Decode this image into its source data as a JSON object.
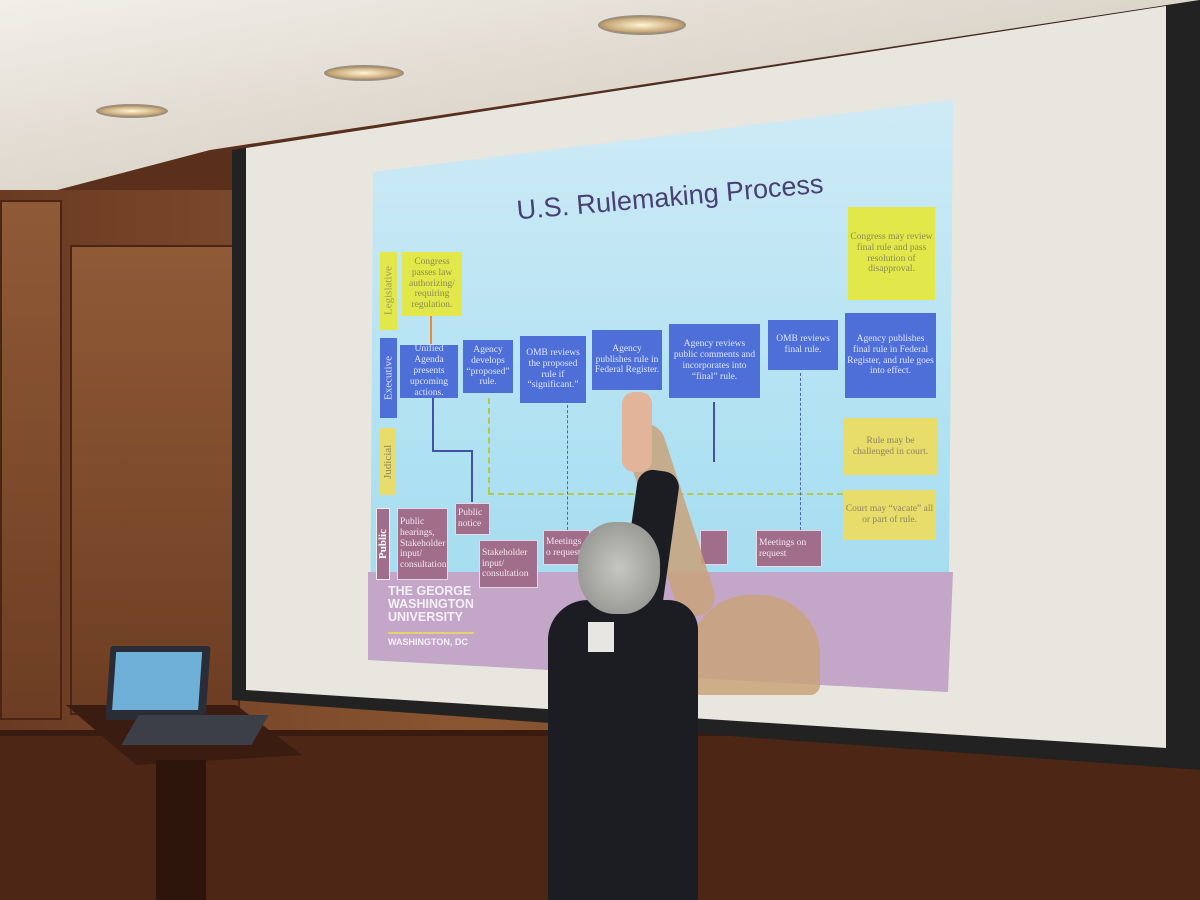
{
  "slide": {
    "title": "U.S. Rulemaking Process",
    "lanes": {
      "legislative": "Legislative",
      "executive": "Executive",
      "judicial": "Judicial",
      "public": "Public"
    },
    "boxes": {
      "congress_passes": "Congress passes law authorizing/ requiring regulation.",
      "unified_agenda": "Unified Agenda presents upcoming actions.",
      "agency_develops": "Agency develops “proposed” rule.",
      "omb_reviews_proposed": "OMB reviews the proposed rule if “significant.”",
      "agency_publishes": "Agency publishes rule in Federal Register.",
      "agency_reviews_comments": "Agency reviews public comments and incorporates into “final” rule.",
      "omb_reviews_final": "OMB reviews final rule.",
      "agency_publishes_final": "Agency publishes final rule in Federal Register, and rule goes into effect.",
      "congress_may_review": "Congress may review final rule and pass resolution of disapproval.",
      "rule_challenged": "Rule may be challenged in court.",
      "court_vacate": "Court may “vacate” all or part of rule.",
      "public_hearings": "Public hearings, Stakeholder input/ consultation",
      "public_notice": "Public notice",
      "stakeholder_input": "Stakeholder input/ consultation",
      "meetings_partial": "Meetings o request",
      "meetings_on_request": "Meetings on request"
    },
    "logo": {
      "line1": "THE GEORGE",
      "line2": "WASHINGTON",
      "line3": "UNIVERSITY",
      "line4": "WASHINGTON, DC"
    }
  }
}
